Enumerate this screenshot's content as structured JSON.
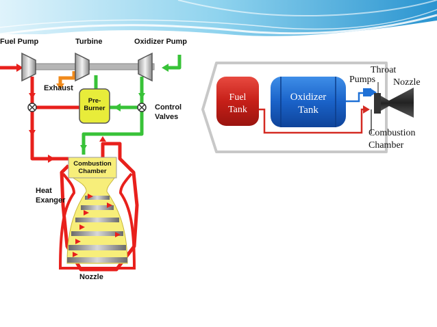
{
  "left_diagram": {
    "labels": {
      "fuel_pump": "Fuel Pump",
      "turbine": "Turbine",
      "oxidizer_pump": "Oxidizer Pump",
      "exhaust": "Exhaust",
      "pre_burner_1": "Pre-",
      "pre_burner_2": "Burner",
      "control_valves_1": "Control",
      "control_valves_2": "Valves",
      "combustion_1": "Combustion",
      "combustion_2": "Chamber",
      "heat_exchanger_1": "Heat",
      "heat_exchanger_2": "Exanger",
      "nozzle": "Nozzle"
    },
    "colors": {
      "fuel_line": "#e8201c",
      "oxidizer_line": "#38c238",
      "exhaust_line": "#f08a1c",
      "chamber_fill": "#f7ee7a",
      "preburner_fill": "#e8ec3a"
    }
  },
  "right_diagram": {
    "labels": {
      "fuel_tank_1": "Fuel",
      "fuel_tank_2": "Tank",
      "oxidizer_tank_1": "Oxidizer",
      "oxidizer_tank_2": "Tank",
      "pumps": "Pumps",
      "throat": "Throat",
      "nozzle": "Nozzle",
      "combustion_1": "Combustion",
      "combustion_2": "Chamber"
    },
    "colors": {
      "fuel_tank": "#d42a22",
      "oxidizer_tank": "#1e70d6"
    }
  },
  "theme": {
    "banner_colors": [
      "#cfeef8",
      "#5bbde3",
      "#1f8fcf"
    ]
  }
}
